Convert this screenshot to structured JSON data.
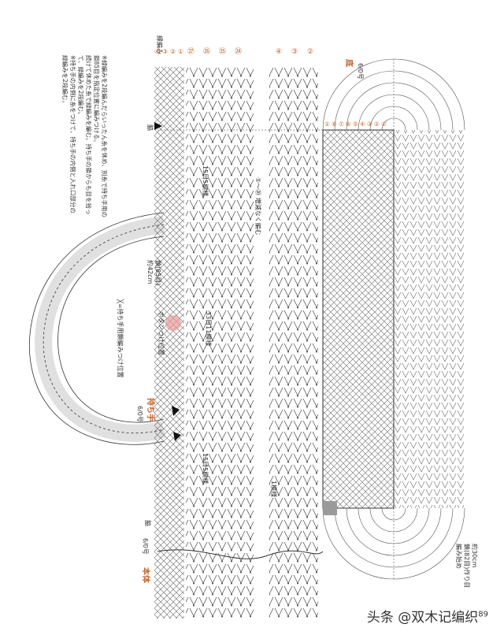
{
  "notes": {
    "line1": "※緑編みを2段編んだらいったん糸を休め、別糸で持ち手用の",
    "line2": "鎖85目を指定位置に編みつける。",
    "line3": "続けて休めた糸で緑編みを編む。持ち手の鎖からも目を拾っ",
    "line4": "て、緑編みを2段編む。",
    "line5": "※持ち手の内側に糸をつけて、持ち手の内側と入れ口部分の",
    "line6": "緑編みを2段編む。"
  },
  "labels": {
    "edge_label": "縁編み",
    "base_label": "底",
    "base_hook": "6/0号",
    "handle_label": "持ち手",
    "handle_hook": "6/0号",
    "body_label": "本体",
    "body_hook": "6/0号",
    "no_increase": "⑤〜⑳ 増減なく編む",
    "chain_85": "鎖(85目)",
    "approx_42": "約42cm",
    "repeat_15_top": "15目5模様",
    "repeat_33": "33目11模様",
    "repeat_15_bottom": "15目5模様",
    "button_pos": "ボタンつけ位置",
    "handle_chain_pos": "╳=持ち手用鎖編みつけ位置",
    "one_pattern": "1模様",
    "start_1": "編み始め",
    "start_2": "鎖(82目)作り目",
    "start_3": "約30cm",
    "ring_top": "脇",
    "ring_bottom": "脇"
  },
  "round_numbers": {
    "edge": [
      "④",
      "③",
      "②",
      "①"
    ],
    "body_top": [
      "㉗",
      "㉖",
      "㉕",
      "㉔"
    ],
    "body_mid": [
      "④",
      "③",
      "②"
    ],
    "base_row": [
      "①",
      "⑧",
      "⑦",
      "⑥",
      "⑤",
      "④",
      "③",
      "②",
      "①"
    ]
  },
  "watermark": "头条 @双木记编织",
  "page_number": "89",
  "colors": {
    "ink": "#333333",
    "accent_orange": "#c0622b",
    "highlight_red": "#e89a9a",
    "gray_block": "#9a9a9a"
  }
}
